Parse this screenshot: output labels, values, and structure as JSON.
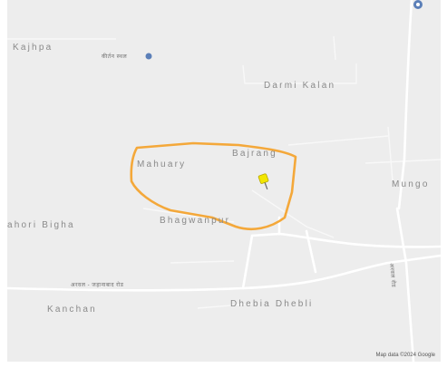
{
  "map": {
    "places": [
      {
        "id": "kajhpa",
        "label": "Kajhpa"
      },
      {
        "id": "darmi-kalan",
        "label": "Darmi Kalan"
      },
      {
        "id": "mahuary",
        "label": "Mahuary"
      },
      {
        "id": "bajrang",
        "label": "Bajrang"
      },
      {
        "id": "mungo",
        "label": "Mungo"
      },
      {
        "id": "ahori-bigha",
        "label": "ahori Bigha"
      },
      {
        "id": "bhagwanpur",
        "label": "Bhagwanpur"
      },
      {
        "id": "dhebia-dhebli",
        "label": "Dhebia Dhebli"
      },
      {
        "id": "kanchan",
        "label": "Kanchan"
      }
    ],
    "road_labels": [
      {
        "id": "road-left",
        "label": "अरवल - जहानाबाद रोड"
      },
      {
        "id": "road-right",
        "label": "अरवल रोड"
      },
      {
        "id": "poi-top",
        "label": "कीर्तन स्थल"
      }
    ],
    "attribution": "Map data ©2024 Google",
    "colors": {
      "background": "#ededed",
      "road": "#ffffff",
      "boundary": "#f4a83a",
      "pin": "#f2e600",
      "label": "#8a8a8a"
    },
    "icons": [
      "map-pin-icon",
      "location-marker-icon"
    ]
  }
}
